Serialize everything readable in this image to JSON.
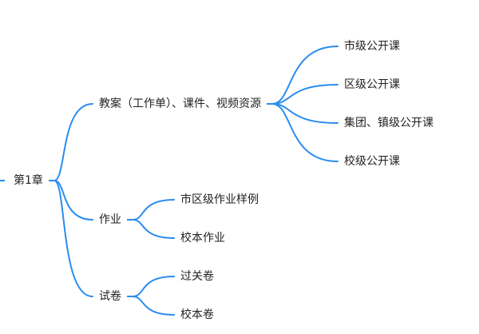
{
  "mindmap": {
    "link_color": "#2a8cf0",
    "text_color": "#222222",
    "root": {
      "label": "第1章"
    },
    "branches": [
      {
        "label": "教案（工作单）、课件、视频资源",
        "children": [
          "市级公开课",
          "区级公开课",
          "集团、镇级公开课",
          "校级公开课"
        ]
      },
      {
        "label": "作业",
        "children": [
          "市区级作业样例",
          "校本作业"
        ]
      },
      {
        "label": "试卷",
        "children": [
          "过关卷",
          "校本卷"
        ]
      }
    ]
  }
}
